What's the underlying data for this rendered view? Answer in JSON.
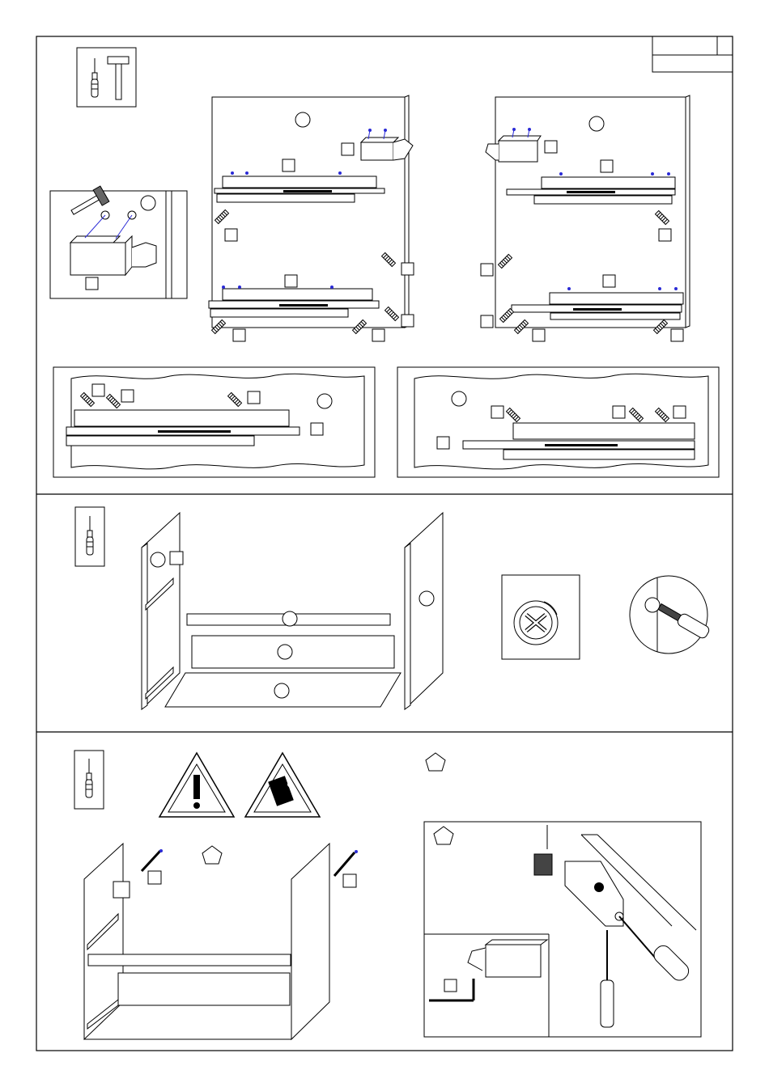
{
  "page": {
    "header_box": {
      "main": "",
      "side": ""
    }
  },
  "sections": [
    {
      "id": "step-1",
      "tools": [
        "screwdriver-icon",
        "hammer-icon"
      ]
    },
    {
      "id": "step-2",
      "tools": [
        "screwdriver-icon"
      ]
    },
    {
      "id": "step-3",
      "tools": [
        "screwdriver-icon"
      ],
      "warnings": [
        "caution-exclamation-icon",
        "tipping-furniture-icon"
      ]
    }
  ],
  "colors": {
    "line": "#000000",
    "screw_accent": "#2b2bd6",
    "paper": "#ffffff"
  }
}
